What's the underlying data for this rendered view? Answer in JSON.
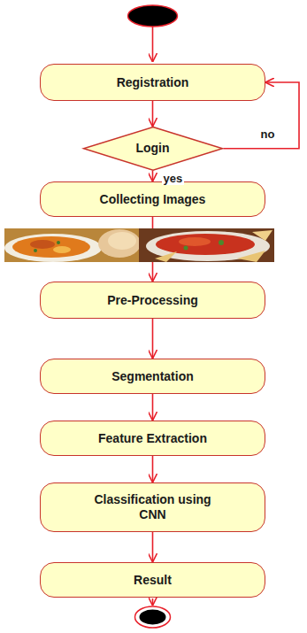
{
  "diagram": {
    "nodes": [
      {
        "text": [
          "Registration"
        ]
      },
      {
        "text": [
          "Login"
        ]
      },
      {
        "text": [
          "Collecting Images"
        ]
      },
      {
        "text": [
          "Pre-Processing"
        ]
      },
      {
        "text": [
          "Segmentation"
        ]
      },
      {
        "text": [
          "Feature Extraction"
        ]
      },
      {
        "text": [
          "Classification using CNN"
        ]
      },
      {
        "text": [
          "Result"
        ]
      }
    ],
    "edges": [
      {
        "from": 0,
        "to": 1,
        "arrow": "to"
      },
      {
        "from": 1,
        "to": 0,
        "label": "no",
        "arrow": "to"
      },
      {
        "from": 1,
        "to": 2,
        "label": "yes",
        "arrow": "to"
      },
      {
        "from": 2,
        "to": 3,
        "arrow": "to"
      },
      {
        "from": 3,
        "to": 4,
        "arrow": "to"
      },
      {
        "from": 4,
        "to": 5,
        "arrow": "to"
      },
      {
        "from": 5,
        "to": 6,
        "arrow": "to"
      },
      {
        "from": 6,
        "to": 7,
        "arrow": "to"
      }
    ]
  }
}
